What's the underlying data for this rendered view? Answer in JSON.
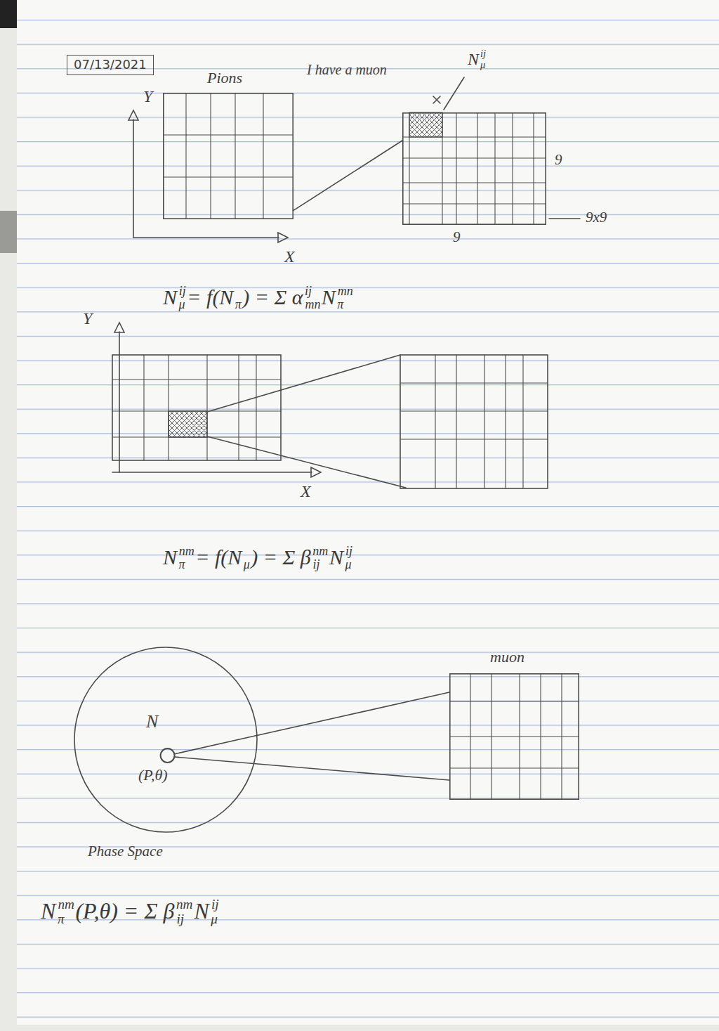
{
  "diagram": {
    "nodes": [
      {
        "text": [
          "07/13/2021"
        ]
      },
      {
        "text": [
          "Pions"
        ]
      },
      {
        "text": [
          "I have a muon"
        ]
      },
      {
        "text": [
          "N",
          "(P,θ)"
        ]
      },
      {
        "text": [
          "muon"
        ]
      }
    ],
    "edges": [
      {
        "from": 1,
        "to": 2,
        "arrow": "none"
      },
      {
        "from": 3,
        "to": 4,
        "arrow": "none"
      }
    ],
    "labels": [
      "Y",
      "N",
      "μ",
      "ij",
      "9",
      "9",
      "9x9",
      "X",
      "N",
      "μ",
      "ij",
      "= f(N",
      "π",
      ") = Σ α",
      "ij",
      "mn",
      "N",
      "π",
      "mn",
      "Y",
      "X",
      "N",
      "π",
      "nm",
      "= f(N",
      "μ",
      ") = Σ β",
      "nm",
      "ij",
      "N",
      "μ",
      "ij",
      "Phase Space",
      "N",
      "π",
      "nm",
      "(P,θ) = Σ β",
      "nm",
      "ij",
      "N",
      "μ",
      "ij"
    ]
  }
}
